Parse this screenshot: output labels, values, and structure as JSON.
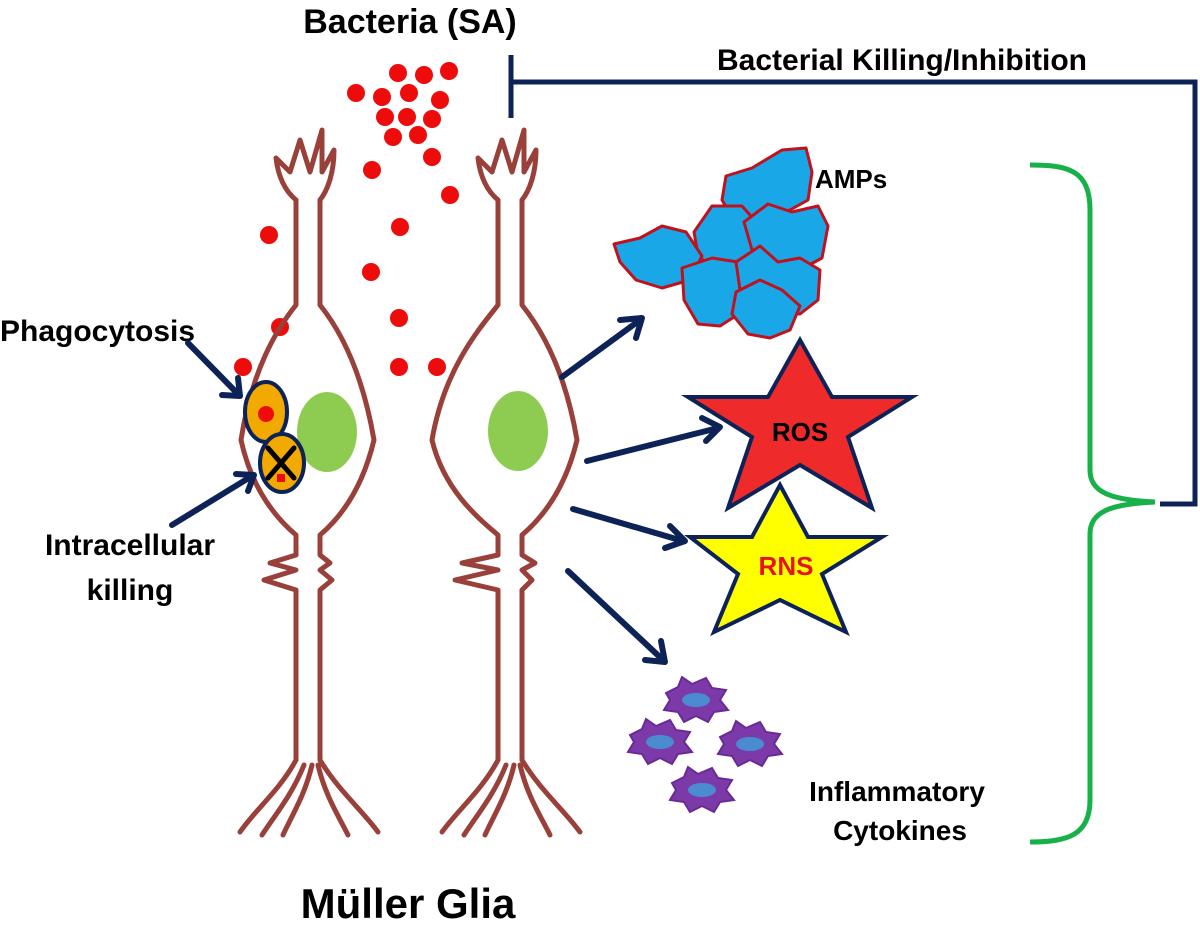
{
  "labels": {
    "bacteria": "Bacteria (SA)",
    "killing": "Bacterial Killing/Inhibition",
    "phagocytosis": "Phagocytosis",
    "intracellular_line1": "Intracellular",
    "intracellular_line2": "killing",
    "amps": "AMPs",
    "ros": "ROS",
    "rns": "RNS",
    "inflammatory_line1": "Inflammatory",
    "inflammatory_line2": "Cytokines",
    "muller_glia": "Müller Glia"
  },
  "colors": {
    "bacteria": "#ee0b0b",
    "cell_outline": "#99403a",
    "nucleus": "#8dcc50",
    "arrow": "#0d2358",
    "bracket": "#17b14a",
    "amp_fill": "#1aa7e8",
    "amp_outline": "#c0121c",
    "ros_fill": "#ee2a2a",
    "rns_fill": "#ffff00",
    "rns_text": "#e5141b",
    "phagosome_fill": "#f2a900",
    "cytokine_fill": "#7c3aa8"
  }
}
